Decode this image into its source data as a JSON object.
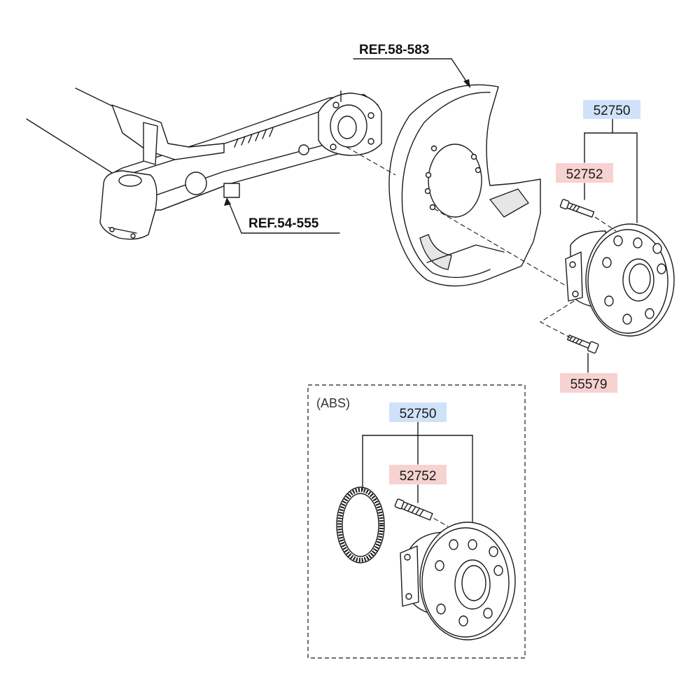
{
  "references": {
    "ref_upper": "REF.58-583",
    "ref_lower": "REF.54-555"
  },
  "parts": {
    "hub_assembly": "52750",
    "hub_bolt": "52752",
    "mounting_bolt": "55579"
  },
  "abs_inset": {
    "label": "(ABS)",
    "hub_assembly": "52750",
    "hub_bolt": "52752"
  },
  "colors": {
    "assembly_highlight": "#cfe2fa",
    "component_highlight": "#f6d2d0",
    "line": "#1a1a1a"
  }
}
